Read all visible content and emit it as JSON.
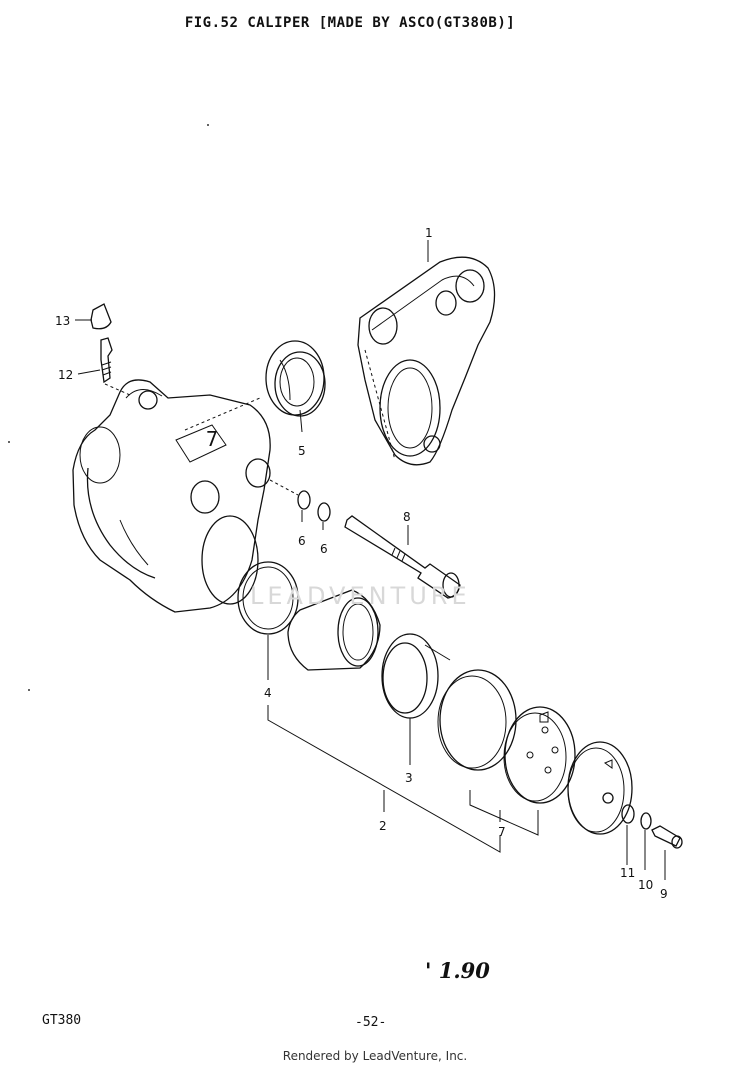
{
  "title": "FIG.52  CALIPER [MADE BY ASCO(GT380B)]",
  "callouts": {
    "c1": "1",
    "c2": "2",
    "c3": "3",
    "c4": "4",
    "c5": "5",
    "c6a": "6",
    "c6b": "6",
    "c7": "7",
    "c8": "8",
    "c9": "9",
    "c10": "10",
    "c11": "11",
    "c12": "12",
    "c13": "13"
  },
  "watermark": "LEADVENTURE",
  "price_mark": "' 1.90",
  "model": "GT380",
  "page_number": "-52-",
  "footer": "Rendered by LeadVenture, Inc."
}
